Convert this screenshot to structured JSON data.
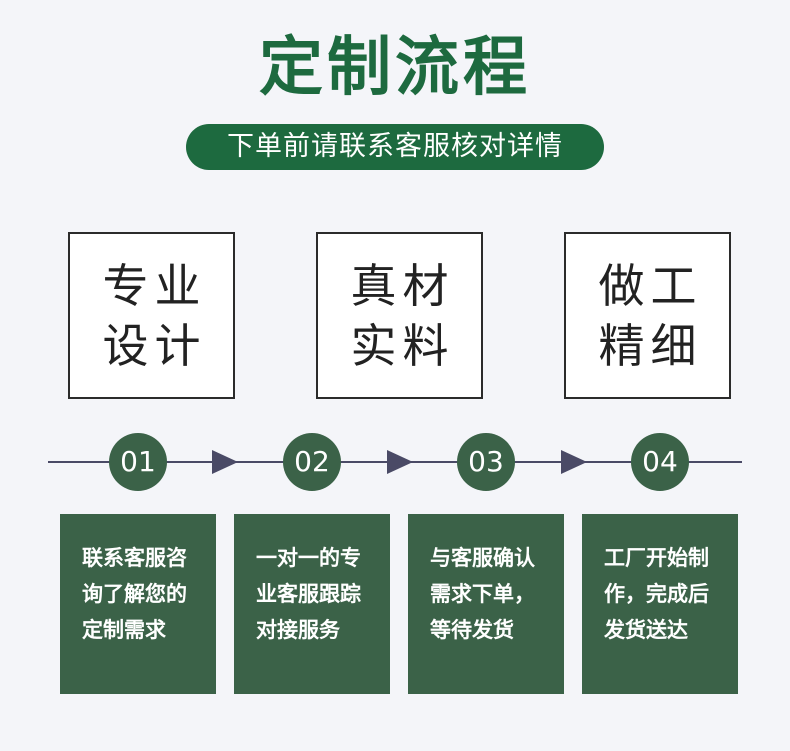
{
  "title": "定制流程",
  "subtitle": "下单前请联系客服核对详情",
  "features": [
    {
      "line1": "专业",
      "line2": "设计"
    },
    {
      "line1": "真材",
      "line2": "实料"
    },
    {
      "line1": "做工",
      "line2": "精细"
    }
  ],
  "steps": [
    {
      "number": "01",
      "lines": [
        "联系客服咨",
        "询了解您的",
        "定制需求"
      ]
    },
    {
      "number": "02",
      "lines": [
        "一对一的专",
        "业客服跟踪",
        "对接服务"
      ]
    },
    {
      "number": "03",
      "lines": [
        "与客服确认",
        "需求下单，",
        "等待发货"
      ]
    },
    {
      "number": "04",
      "lines": [
        "工厂开始制",
        "作，完成后",
        "发货送达"
      ]
    }
  ],
  "colors": {
    "brand_green": "#1d6a3f",
    "card_green": "#3b6248",
    "background": "#f4f5f9",
    "line": "#4a4a66"
  }
}
